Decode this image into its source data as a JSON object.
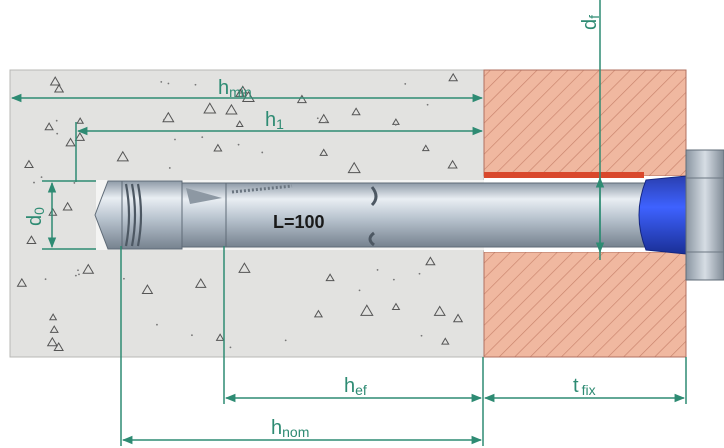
{
  "colors": {
    "dimension": "#2e8b73",
    "concrete": "#e2e2e0",
    "fixture": "#f0b8a0",
    "hatch": "#c8826c",
    "anchor_steel": "#b9c4cf",
    "cap": "#1f3fc8",
    "gap": "#d9482c"
  },
  "labels": {
    "h_min": {
      "main": "h",
      "sub": "min"
    },
    "h_1": {
      "main": "h",
      "sub": "1"
    },
    "d_0": {
      "main": "d",
      "sub": "0"
    },
    "d_f": {
      "main": "d",
      "sub": "f"
    },
    "h_ef": {
      "main": "h",
      "sub": "ef"
    },
    "t_fix": {
      "main": "t",
      "sub": "fix"
    },
    "h_nom": {
      "main": "h",
      "sub": "nom"
    },
    "anchor_length": "L=100"
  }
}
